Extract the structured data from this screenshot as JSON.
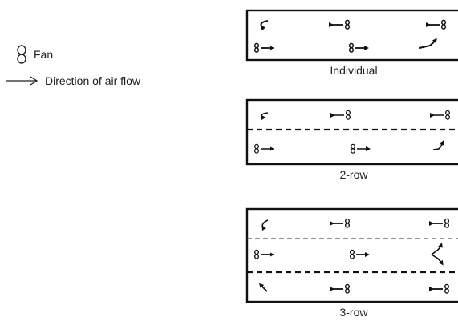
{
  "legend": {
    "fan_label": "Fan",
    "flow_label": "Direction of air flow",
    "fan_icon": "fan-icon",
    "flow_icon": "arrow-right-icon"
  },
  "panels": [
    {
      "caption": "Individual",
      "rows": 1
    },
    {
      "caption": "2-row",
      "rows": 2
    },
    {
      "caption": "3-row",
      "rows": 3
    }
  ]
}
